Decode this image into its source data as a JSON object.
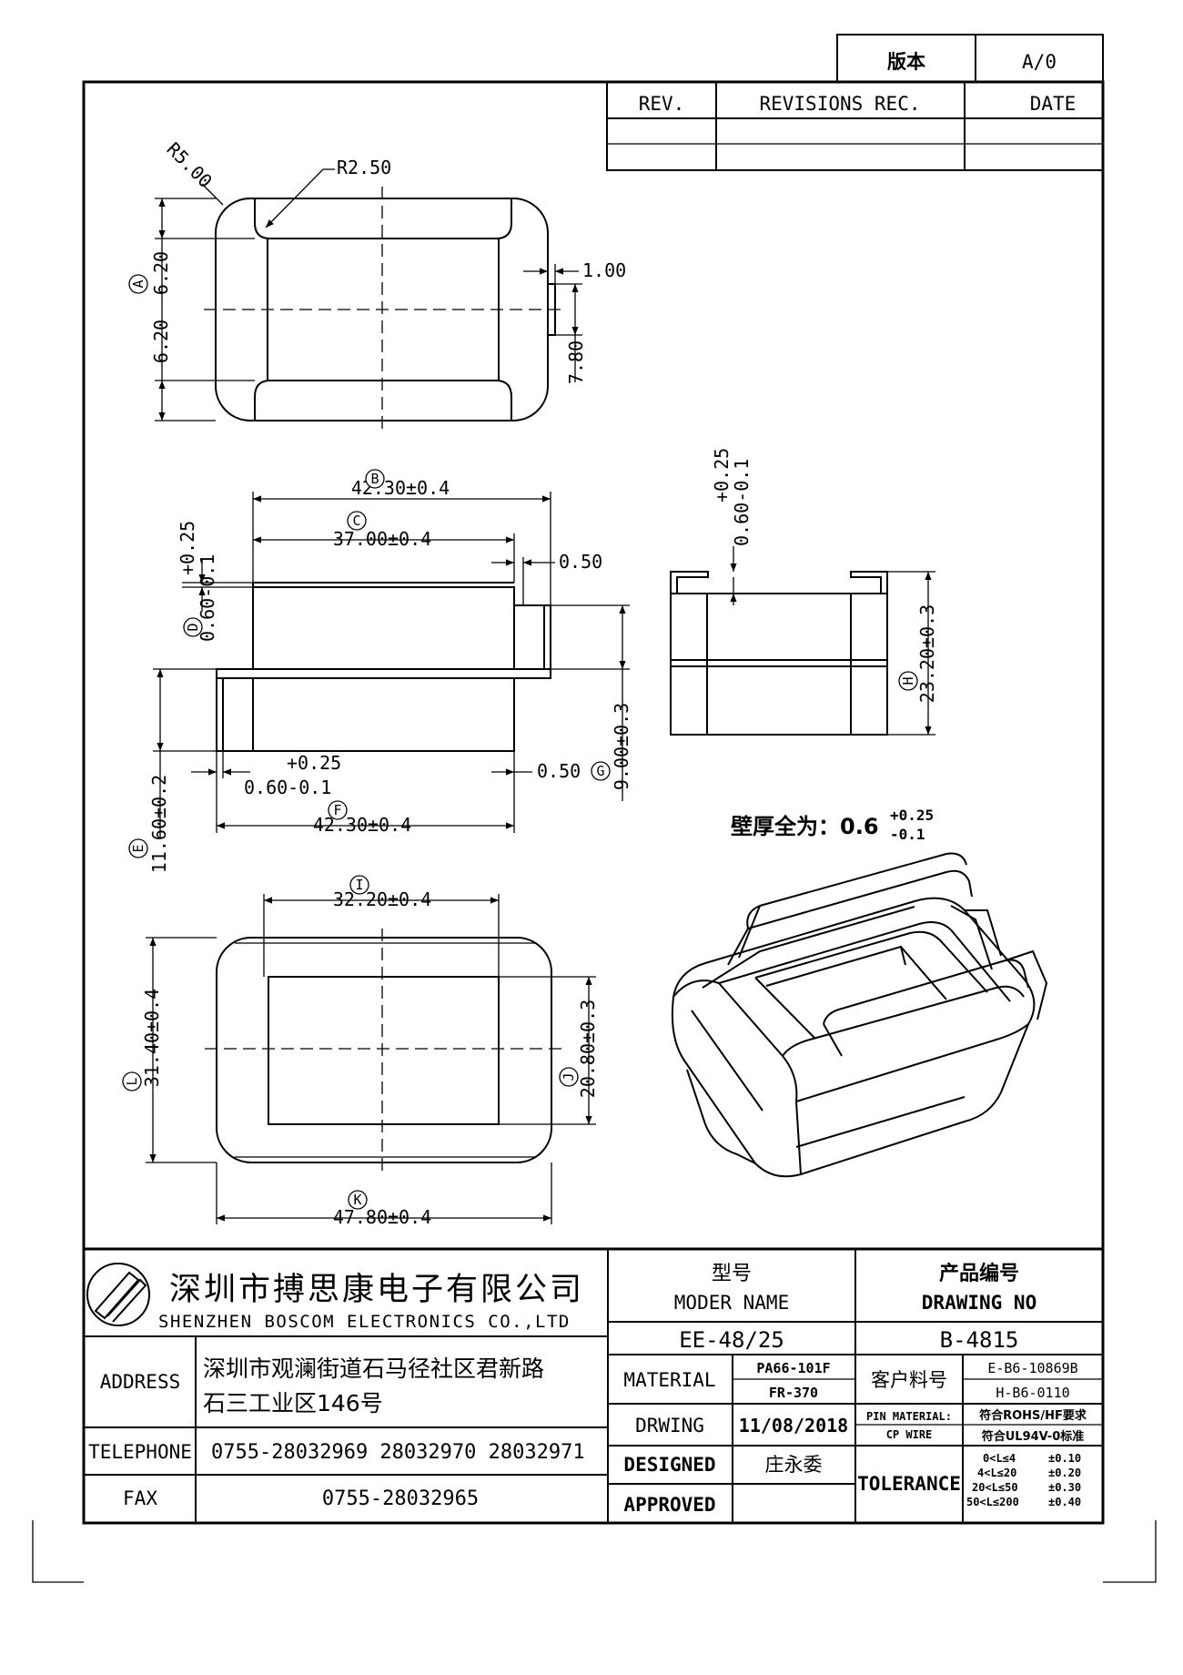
{
  "version_box": {
    "label": "版本",
    "value": "A/0"
  },
  "revisions": {
    "rev": "REV.",
    "rec": "REVISIONS REC.",
    "date": "DATE"
  },
  "top_view": {
    "r_outer": "R5.00",
    "r_inner": "R2.50",
    "d_upper": "6.20",
    "d_lower": "6.20",
    "tab_w": "1.00",
    "tab_h": "7.80",
    "mark_a": "A"
  },
  "side_view": {
    "mark_b": "B",
    "dim_b": "42.30±0.4",
    "mark_c": "C",
    "dim_c": "37.00±0.4",
    "dim_050_top": "0.50",
    "mark_d": "D",
    "tol_d_plus": "+0.25",
    "tol_d_main": "0.60-0.1",
    "mark_e": "E",
    "dim_e": "11.60±0.2",
    "tol_f_plus": "+0.25",
    "tol_f_main": "0.60-0.1",
    "dim_050_bottom": "0.50",
    "mark_g": "G",
    "dim_g": "9.00±0.3",
    "mark_f": "F",
    "dim_f": "42.30±0.4"
  },
  "end_view": {
    "tol_plus": "+0.25",
    "tol_main": "0.60-0.1",
    "mark_h": "H",
    "dim_h": "23.20±0.3"
  },
  "wall_note": {
    "label": "壁厚全为：0.6",
    "plus": "+0.25",
    "minus": "-0.1"
  },
  "bottom_view": {
    "mark_i": "I",
    "dim_i": "32.20±0.4",
    "mark_l": "L",
    "dim_l": "31.40±0.4",
    "mark_j": "J",
    "dim_j": "20.80±0.3",
    "mark_k": "K",
    "dim_k": "47.80±0.4"
  },
  "title_block": {
    "company_cn": "深圳市搏思康电子有限公司",
    "company_en": "SHENZHEN BOSCOM ELECTRONICS CO.,LTD",
    "model_cn": "型号",
    "model_en": "MODER NAME",
    "drawing_cn": "产品编号",
    "drawing_en": "DRAWING NO",
    "model_value": "EE-48/25",
    "drawing_value": "B-4815",
    "address_label": "ADDRESS",
    "address_line1": "深圳市观澜街道石马径社区君新路",
    "address_line2": "石三工业区146号",
    "telephone_label": "TELEPHONE",
    "telephone_value": "0755-28032969 28032970 28032971",
    "fax_label": "FAX",
    "fax_value": "0755-28032965",
    "material_label": "MATERIAL",
    "material_1": "PA66-101F",
    "material_2": "FR-370",
    "customer_label": "客户料号",
    "customer_1": "E-B6-10869B",
    "customer_2": "H-B6-0110",
    "drwing_label": "DRWING",
    "drwing_date": "11/08/2018",
    "pin_label_1": "PIN MATERIAL:",
    "pin_label_2": "CP WIRE",
    "pin_value_1": "符合ROHS/HF要求",
    "pin_value_2": "符合UL94V-0标准",
    "designed_label": "DESIGNED",
    "designed_name": "庄永委",
    "approved_label": "APPROVED",
    "tolerance_label": "TOLERANCE",
    "tol_r1a": "0<L≤4",
    "tol_r1b": "±0.10",
    "tol_r2a": "4<L≤20",
    "tol_r2b": "±0.20",
    "tol_r3a": "20<L≤50",
    "tol_r3b": "±0.30",
    "tol_r4a": "50<L≤200",
    "tol_r4b": "±0.40"
  }
}
